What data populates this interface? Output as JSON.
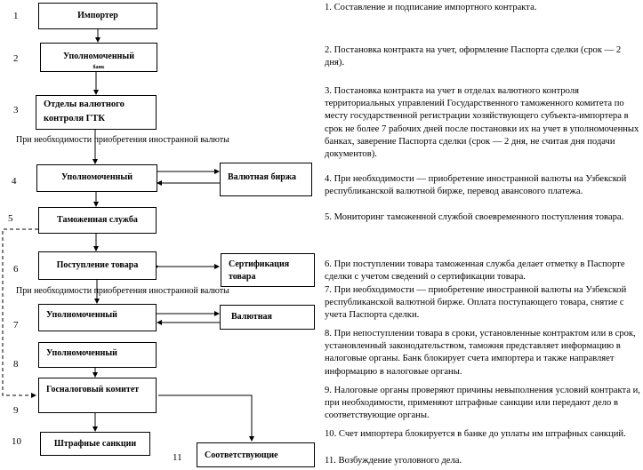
{
  "diagram": {
    "numbers": [
      "1",
      "2",
      "3",
      "4",
      "5",
      "6",
      "7",
      "8",
      "9",
      "10",
      "11"
    ],
    "boxes": {
      "importer": "Импортер",
      "bank2": "Уполномоченный",
      "bank2_cut": "банк",
      "currency_control": "Отделы валютного контроля ГТК",
      "bank4": "Уполномоченный",
      "exchange4": "Валютная биржа",
      "customs": "Таможенная служба",
      "goods_arrival": "Поступление товара",
      "certification": "Сертификация товара",
      "bank7": "Уполномоченный",
      "exchange7": "Валютная",
      "bank8": "Уполномоченный",
      "tax_committee": "Госналоговый комитет",
      "penalties": "Штрафные санкции",
      "relevant": "Соответствующие"
    },
    "labels": {
      "need_currency_1": "При необходимости  приобретения иностранной валюты",
      "need_currency_2": "При необходимости   приобретения иностранной валюты"
    }
  },
  "steps": [
    "1. Составление и подписание импортного контракта.",
    "2. Постановка контракта на учет, оформление Паспорта сделки (срок — 2 дня).",
    "3. Постановка контракта на учет в отделах валютного контроля территориальных управлений Государственного таможенного комитета по месту государственной регистрации хозяйствующего субъекта-импортера в срок не более 7 рабочих дней после постановки их на учет в уполномоченных банках, заверение Паспорта сделки (срок — 2 дня, не считая дня подачи документов).",
    "4. При необходимости — приобретение иностранной валюты на Узбекской республиканской валютной бирже, перевод авансового платежа.",
    "5. Мониторинг таможенной службой своевременного поступления товара.",
    "6. При поступлении товара таможенная служба делает отметку в Паспорте сделки с учетом сведений о сертификации товара.",
    "7. При необходимости — приобретение иностранной валюты на Узбекской республиканской валютной бирже. Оплата поступающего товара, снятие с учета Паспорта сделки.",
    "8. При непоступлении товара в сроки, установленные контрактом или в срок, установленный законодательством, таможня представляет информацию в налоговые органы. Банк блокирует счета импортера и также направляет информацию в налоговые органы.",
    "9. Налоговые органы проверяют причины невыполнения условий контракта и, при необходимости, применяют штрафные санкции или передают дело в соответствующие органы.",
    "10. Счет импортера блокируется в банке до уплаты им штрафных санкций.",
    "11. Возбуждение уголовного дела."
  ]
}
